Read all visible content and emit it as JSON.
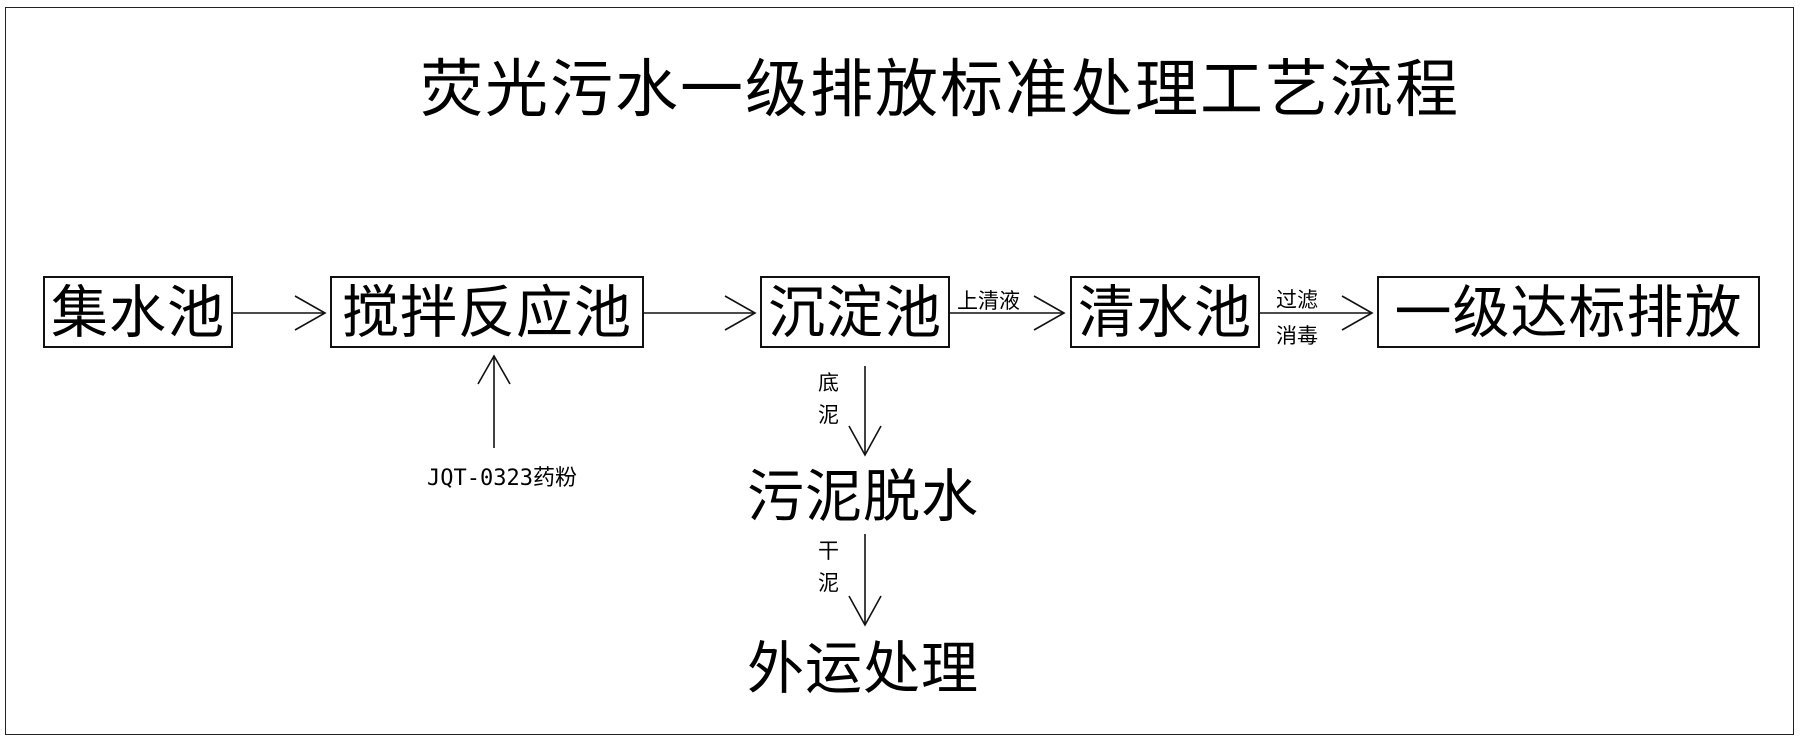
{
  "title": "荧光污水一级排放标准处理工艺流程",
  "nodes": {
    "collection_tank": "集水池",
    "mixing_reaction_tank": "搅拌反应池",
    "sedimentation_tank": "沉淀池",
    "clear_water_tank": "清水池",
    "discharge": "一级达标排放",
    "sludge_dewatering": "污泥脱水",
    "external_disposal": "外运处理"
  },
  "labels": {
    "supernatant": "上清液",
    "filter": "过滤",
    "disinfect": "消毒",
    "bottom_sludge_1": "底",
    "bottom_sludge_2": "泥",
    "dry_sludge_1": "干",
    "dry_sludge_2": "泥",
    "chemical": "JQT-0323药粉"
  }
}
